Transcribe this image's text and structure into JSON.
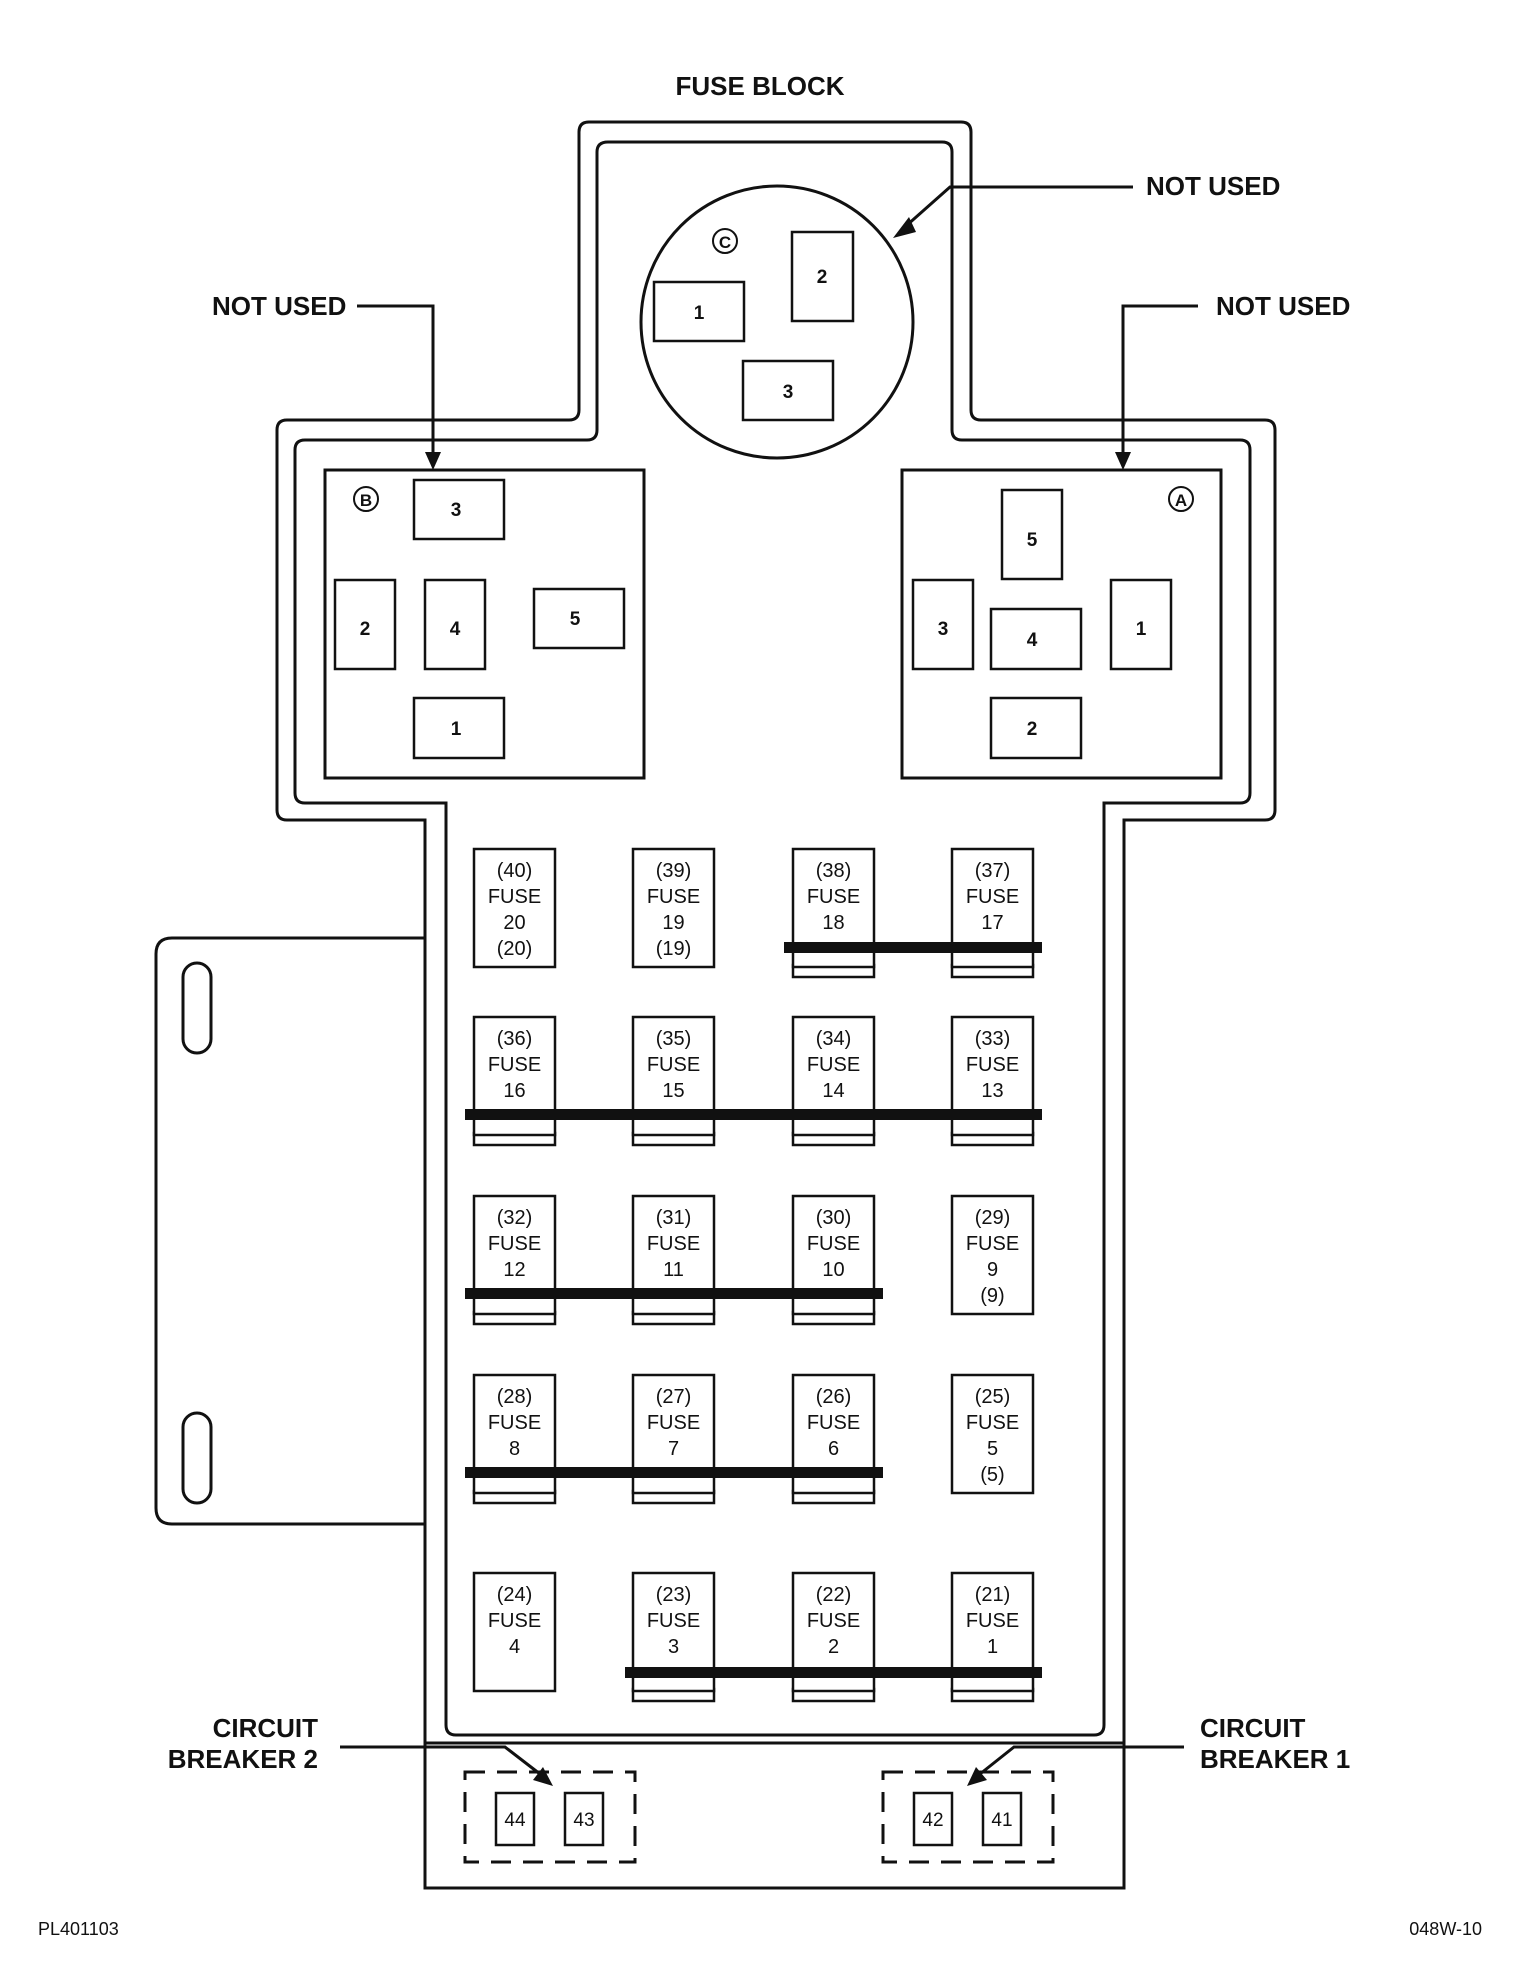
{
  "title": "FUSE BLOCK",
  "callouts": {
    "not_used_left": "NOT USED",
    "not_used_top": "NOT USED",
    "not_used_right": "NOT USED",
    "cb2": [
      "CIRCUIT",
      "BREAKER 2"
    ],
    "cb1": [
      "CIRCUIT",
      "BREAKER 1"
    ]
  },
  "relay_blocks": {
    "C": {
      "label": "C",
      "relays": [
        "1",
        "2",
        "3"
      ]
    },
    "B": {
      "label": "B",
      "relays": [
        "3",
        "2",
        "4",
        "5",
        "1"
      ]
    },
    "A": {
      "label": "A",
      "relays": [
        "5",
        "3",
        "4",
        "1",
        "2"
      ]
    }
  },
  "fuses": [
    {
      "cav": "(40)",
      "name": "FUSE",
      "num": "20",
      "alt": "(20)"
    },
    {
      "cav": "(39)",
      "name": "FUSE",
      "num": "19",
      "alt": "(19)"
    },
    {
      "cav": "(38)",
      "name": "FUSE",
      "num": "18",
      "alt": ""
    },
    {
      "cav": "(37)",
      "name": "FUSE",
      "num": "17",
      "alt": ""
    },
    {
      "cav": "(36)",
      "name": "FUSE",
      "num": "16",
      "alt": ""
    },
    {
      "cav": "(35)",
      "name": "FUSE",
      "num": "15",
      "alt": ""
    },
    {
      "cav": "(34)",
      "name": "FUSE",
      "num": "14",
      "alt": ""
    },
    {
      "cav": "(33)",
      "name": "FUSE",
      "num": "13",
      "alt": ""
    },
    {
      "cav": "(32)",
      "name": "FUSE",
      "num": "12",
      "alt": ""
    },
    {
      "cav": "(31)",
      "name": "FUSE",
      "num": "11",
      "alt": ""
    },
    {
      "cav": "(30)",
      "name": "FUSE",
      "num": "10",
      "alt": ""
    },
    {
      "cav": "(29)",
      "name": "FUSE",
      "num": "9",
      "alt": "(9)"
    },
    {
      "cav": "(28)",
      "name": "FUSE",
      "num": "8",
      "alt": ""
    },
    {
      "cav": "(27)",
      "name": "FUSE",
      "num": "7",
      "alt": ""
    },
    {
      "cav": "(26)",
      "name": "FUSE",
      "num": "6",
      "alt": ""
    },
    {
      "cav": "(25)",
      "name": "FUSE",
      "num": "5",
      "alt": "(5)"
    },
    {
      "cav": "(24)",
      "name": "FUSE",
      "num": "4",
      "alt": ""
    },
    {
      "cav": "(23)",
      "name": "FUSE",
      "num": "3",
      "alt": ""
    },
    {
      "cav": "(22)",
      "name": "FUSE",
      "num": "2",
      "alt": ""
    },
    {
      "cav": "(21)",
      "name": "FUSE",
      "num": "1",
      "alt": ""
    }
  ],
  "breakers": [
    "44",
    "43",
    "42",
    "41"
  ],
  "footer": {
    "left": "PL401103",
    "right": "048W-10"
  }
}
